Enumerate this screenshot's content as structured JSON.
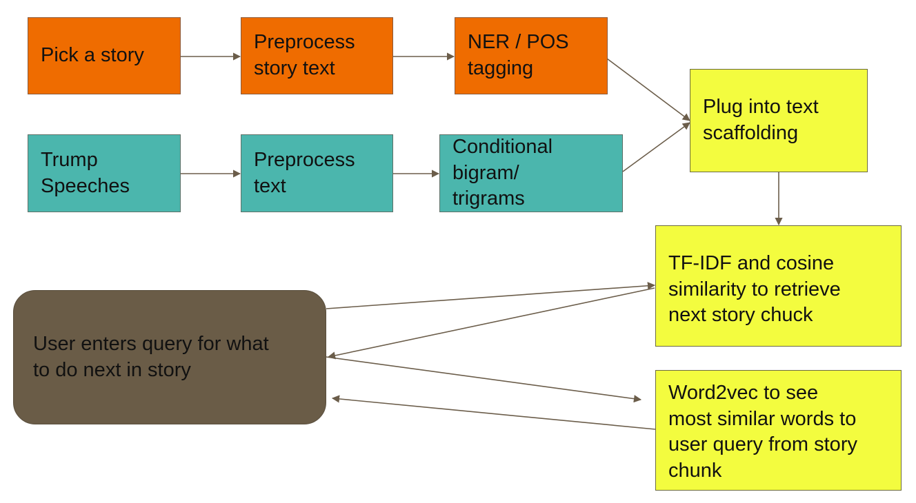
{
  "nodes": {
    "pick_story": "Pick a story",
    "preprocess_story": "Preprocess\nstory text",
    "ner_pos": "NER / POS\ntagging",
    "trump_speeches": "Trump\nSpeeches",
    "preprocess_text": "Preprocess\ntext",
    "ngrams": "Conditional\nbigram/\ntrigrams",
    "scaffolding": "Plug into text\nscaffolding",
    "tfidf": "TF-IDF and cosine\nsimilarity to retrieve\nnext story chuck",
    "user_query": "User enters query for what\nto do next in story",
    "word2vec": "Word2vec to see\nmost similar words to\nuser query from story\nchunk"
  },
  "colors": {
    "orange": "#ef6c00",
    "teal": "#4bb6ad",
    "yellow": "#f3fc3f",
    "dark": "#6a5c47",
    "arrow": "#6b5d4a"
  }
}
